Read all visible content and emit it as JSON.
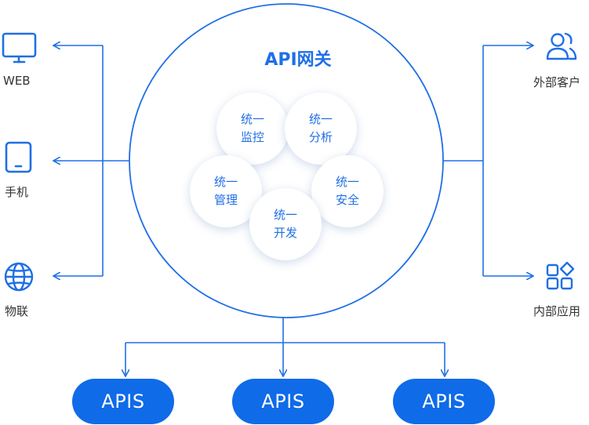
{
  "gateway": {
    "title": "API网关"
  },
  "capabilities": [
    {
      "line1": "统一",
      "line2": "监控"
    },
    {
      "line1": "统一",
      "line2": "分析"
    },
    {
      "line1": "统一",
      "line2": "管理"
    },
    {
      "line1": "统一",
      "line2": "安全"
    },
    {
      "line1": "统一",
      "line2": "开发"
    }
  ],
  "left_clients": [
    {
      "label": "WEB",
      "icon": "monitor-icon"
    },
    {
      "label": "手机",
      "icon": "phone-icon"
    },
    {
      "label": "物联",
      "icon": "globe-icon"
    }
  ],
  "right_clients": [
    {
      "label": "外部客户",
      "icon": "users-icon"
    },
    {
      "label": "内部应用",
      "icon": "apps-grid-icon"
    }
  ],
  "backends": [
    {
      "label": "APIS"
    },
    {
      "label": "APIS"
    },
    {
      "label": "APIS"
    }
  ],
  "colors": {
    "accent": "#1f6fe6",
    "pill": "#0f6be8",
    "text": "#333333"
  }
}
